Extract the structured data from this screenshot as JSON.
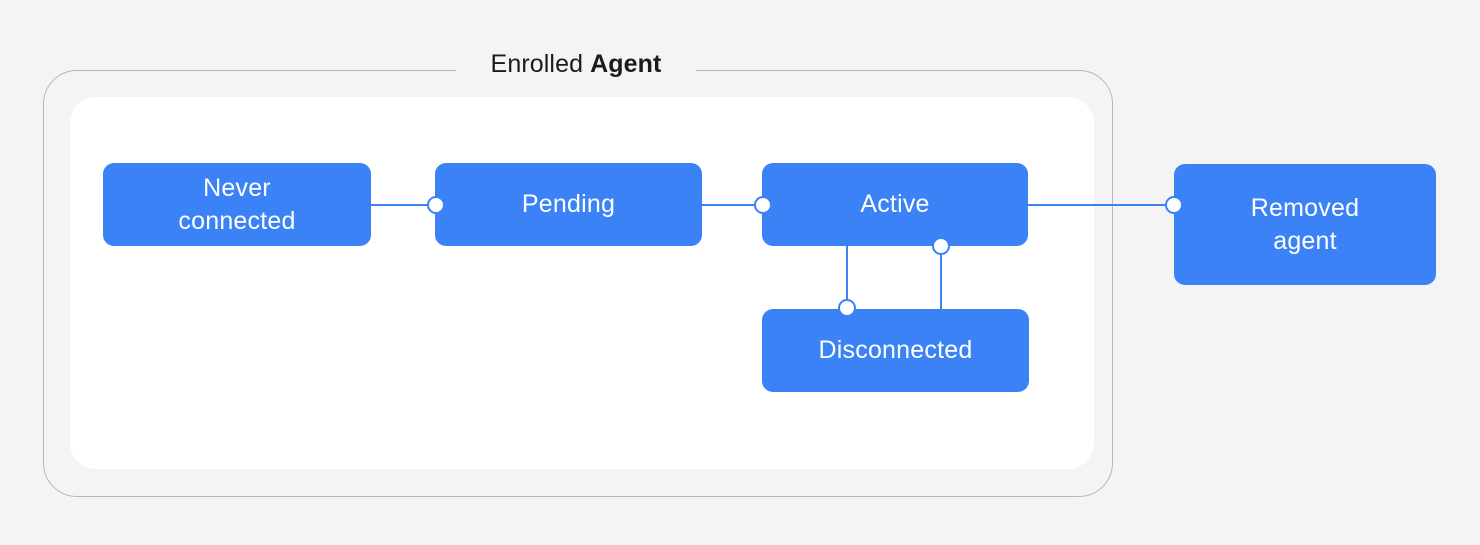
{
  "group": {
    "legend_light": "Enrolled ",
    "legend_bold": "Agent"
  },
  "diagram": {
    "type": "state-diagram",
    "accent_color": "#3b82f7",
    "background_color": "#f4f4f4",
    "panel_color": "#ffffff",
    "frame_border_color": "#b7b7b7",
    "node_text_color": "#ffffff",
    "nodes": [
      {
        "id": "never-connected",
        "label": "Never\nconnected",
        "label_line1": "Never",
        "label_line2": "connected"
      },
      {
        "id": "pending",
        "label": "Pending"
      },
      {
        "id": "active",
        "label": "Active"
      },
      {
        "id": "disconnected",
        "label": "Disconnected"
      },
      {
        "id": "removed-agent",
        "label": "Removed\nagent",
        "label_line1": "Removed",
        "label_line2": "agent"
      }
    ],
    "edges": [
      {
        "from": "never-connected",
        "to": "pending",
        "orientation": "horizontal",
        "endpoint_dot": "target"
      },
      {
        "from": "pending",
        "to": "active",
        "orientation": "horizontal",
        "endpoint_dot": "target"
      },
      {
        "from": "active",
        "to": "removed-agent",
        "orientation": "horizontal",
        "endpoint_dot": "target"
      },
      {
        "from": "active",
        "to": "disconnected",
        "orientation": "vertical",
        "endpoint_dot": "target"
      },
      {
        "from": "disconnected",
        "to": "active",
        "orientation": "vertical",
        "endpoint_dot": "target"
      }
    ]
  }
}
